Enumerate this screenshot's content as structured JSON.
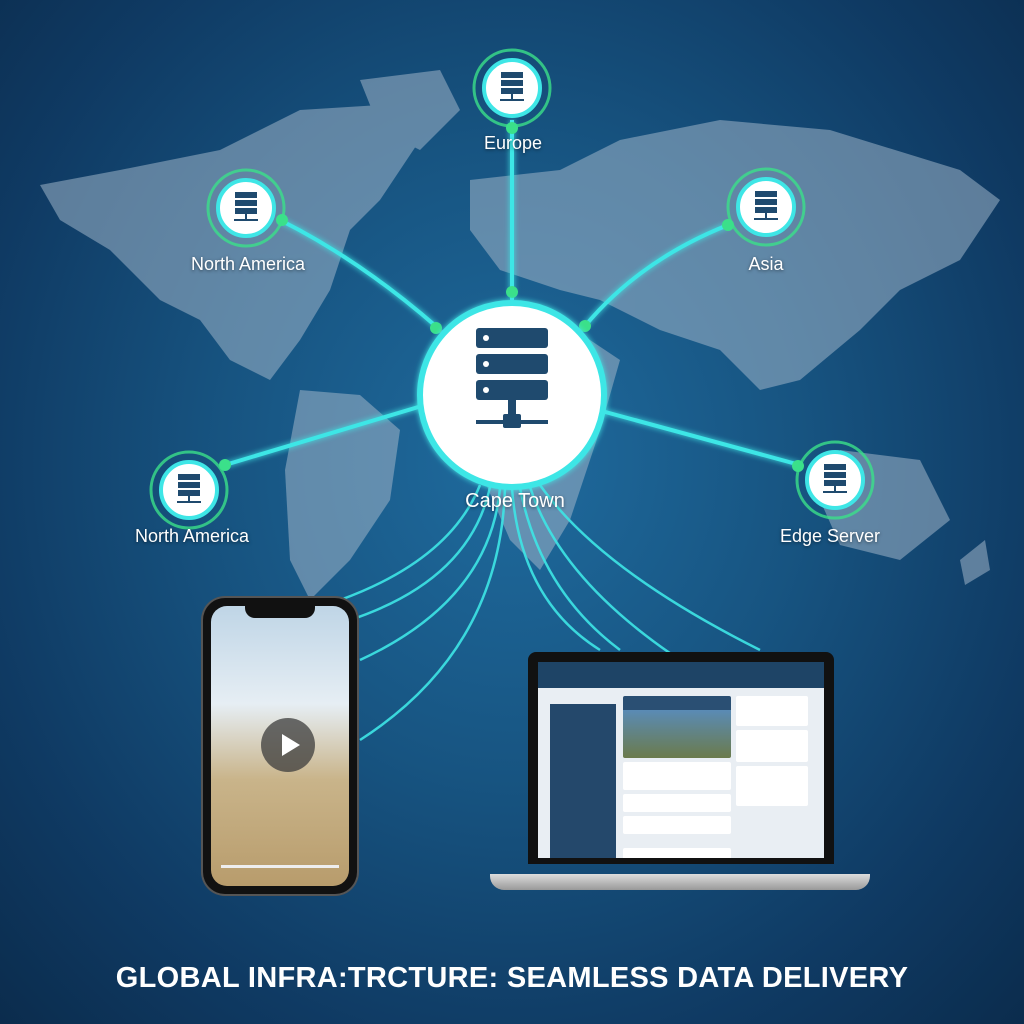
{
  "title": "GLOBAL INFRA:TRCTURE: SEAMLESS DATA DELIVERY",
  "hub": {
    "label": "Cape Town",
    "icon": "server-rack-icon"
  },
  "nodes": [
    {
      "label": "Europe",
      "icon": "server-icon"
    },
    {
      "label": "North America",
      "icon": "server-icon"
    },
    {
      "label": "Asia",
      "icon": "server-icon"
    },
    {
      "label": "North America",
      "icon": "server-icon"
    },
    {
      "label": "Edge Server",
      "icon": "server-icon"
    }
  ],
  "colors": {
    "accent": "#3ee6e6",
    "node_ring": "#3be08a",
    "background": "#175481"
  },
  "devices": {
    "phone": "video-player",
    "laptop": "dashboard"
  }
}
